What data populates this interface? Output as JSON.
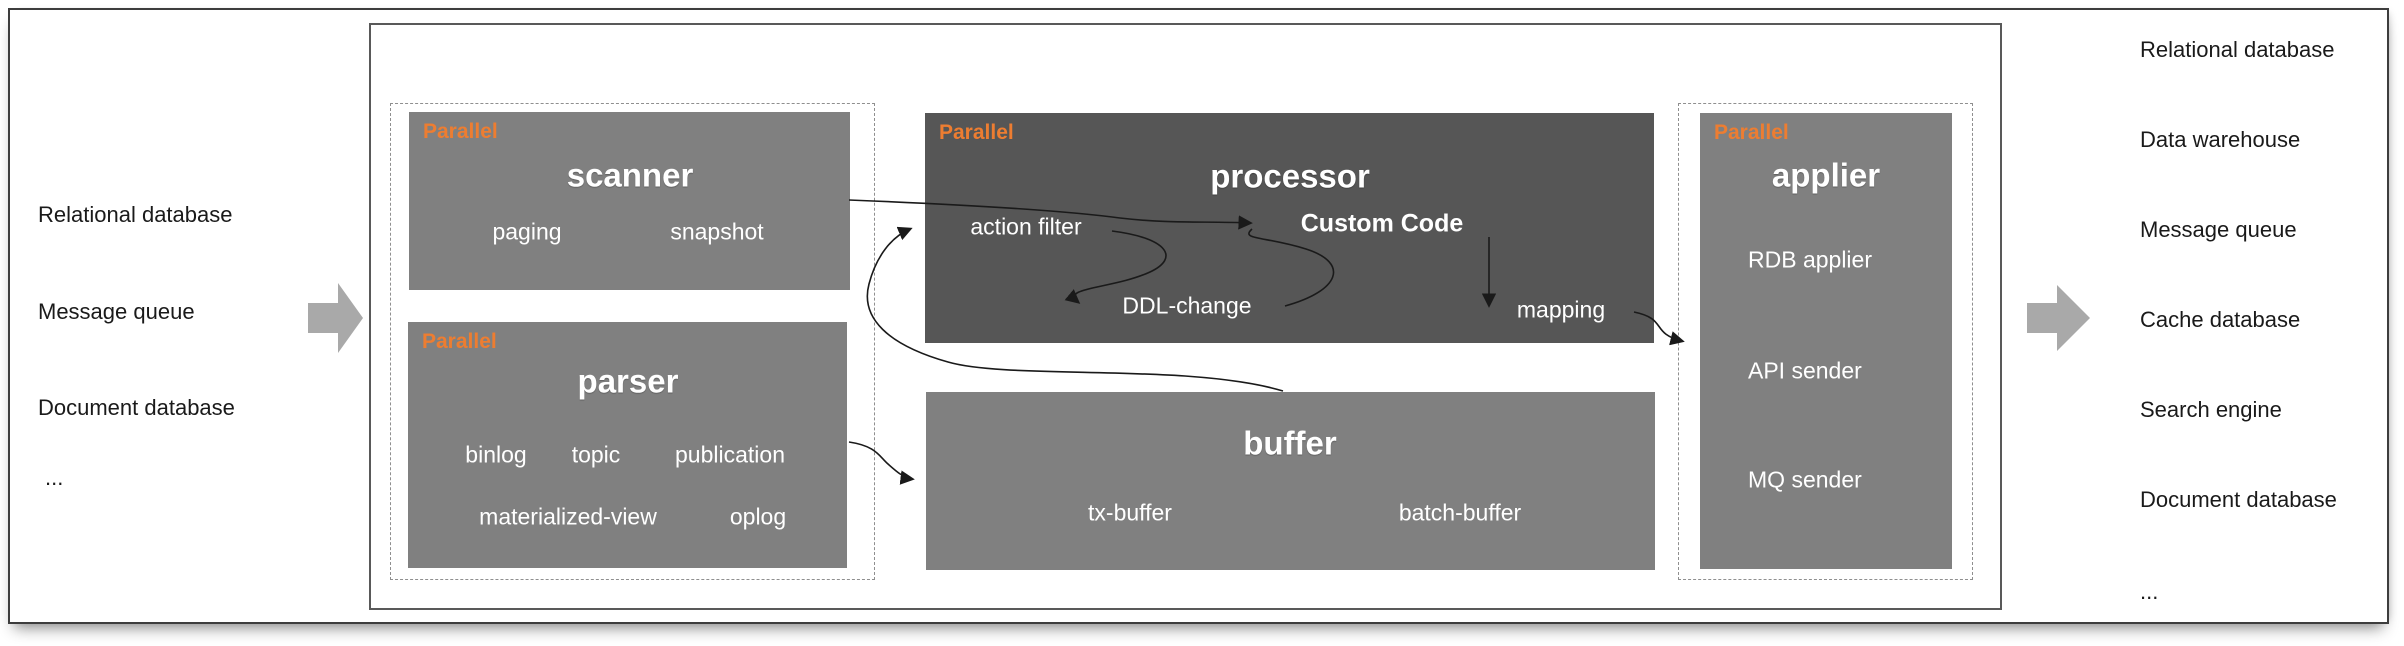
{
  "sources": {
    "items": [
      "Relational database",
      "Message queue",
      "Document database",
      "..."
    ]
  },
  "targets": {
    "items": [
      "Relational database",
      "Data warehouse",
      "Message queue",
      "Cache database",
      "Search engine",
      "Document database",
      "..."
    ]
  },
  "pipeline": {
    "scanner": {
      "parallel_label": "Parallel",
      "title": "scanner",
      "items": [
        "paging",
        "snapshot"
      ]
    },
    "parser": {
      "parallel_label": "Parallel",
      "title": "parser",
      "row1": [
        "binlog",
        "topic",
        "publication"
      ],
      "row2": [
        "materialized-view",
        "oplog"
      ]
    },
    "processor": {
      "parallel_label": "Parallel",
      "title": "processor",
      "action_filter": "action filter",
      "custom_code": "Custom Code",
      "ddl_change": "DDL-change",
      "mapping": "mapping"
    },
    "buffer": {
      "title": "buffer",
      "items": [
        "tx-buffer",
        "batch-buffer"
      ]
    },
    "applier": {
      "parallel_label": "Parallel",
      "title": "applier",
      "items": [
        "RDB applier",
        "API sender",
        "MQ sender"
      ]
    }
  },
  "colors": {
    "box_gray": "#808080",
    "box_dark": "#565656",
    "accent_orange": "#ed7d31",
    "text_dark": "#1a1a1a",
    "connector_black": "#1a1a1a",
    "block_arrow_gray": "#a9a9a9"
  }
}
